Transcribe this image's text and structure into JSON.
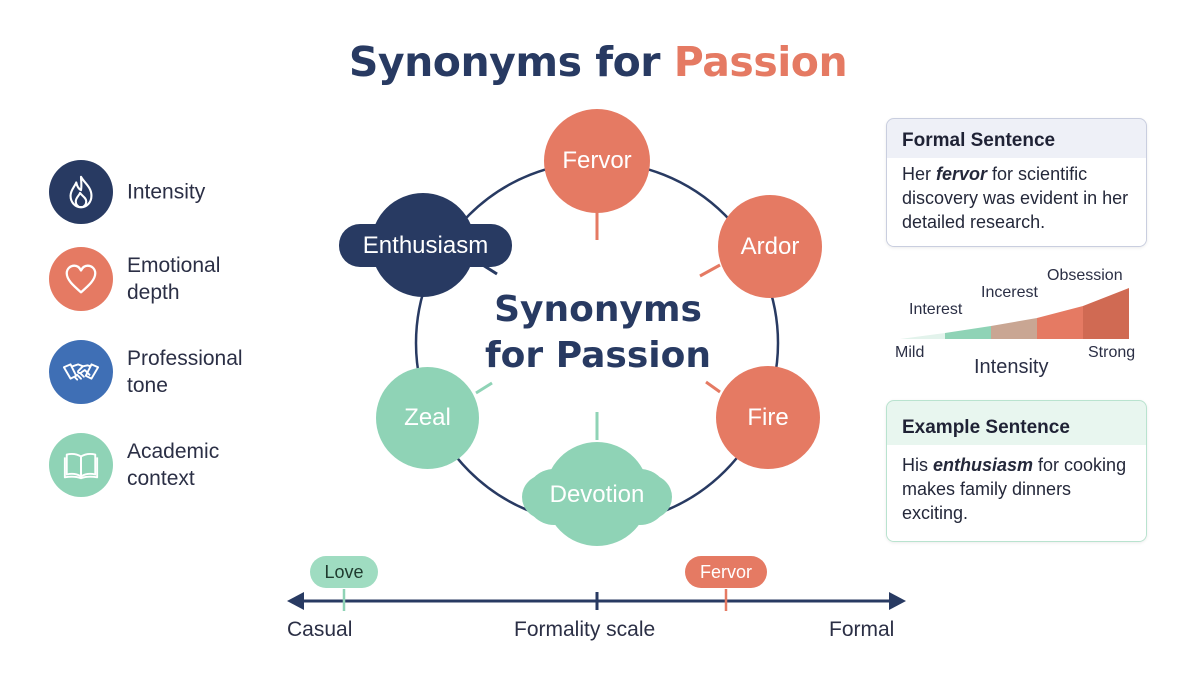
{
  "title": {
    "main": "Synonyms for ",
    "accent": "Passion"
  },
  "colors": {
    "navy": "#283a62",
    "coral": "#e57a63",
    "mint": "#8fd3b6",
    "blue": "#3f6fb5"
  },
  "legend": [
    {
      "label": "Intensity",
      "icon": "flame-icon",
      "color": "#283a62"
    },
    {
      "label": "Emotional\ndepth",
      "icon": "heart-icon",
      "color": "#e57a63"
    },
    {
      "label": "Professional\ntone",
      "icon": "handshake-icon",
      "color": "#3f6fb5"
    },
    {
      "label": "Academic\ncontext",
      "icon": "book-icon",
      "color": "#8fd3b6"
    }
  ],
  "diagram": {
    "center": "Synonyms\nfor Passion",
    "nodes": [
      {
        "label": "Fervor"
      },
      {
        "label": "Ardor"
      },
      {
        "label": "Fire"
      },
      {
        "label": "Devotion"
      },
      {
        "label": "Zeal"
      },
      {
        "label": "Enthusiasm"
      }
    ]
  },
  "formal_panel": {
    "heading": "Formal Sentence",
    "before": "Her ",
    "keyword": "fervor",
    "after": " for scientific discovery was evident in her detailed research."
  },
  "intensity": {
    "title": "Intensity",
    "low": "Mild",
    "high": "Strong",
    "steps": [
      "Interest",
      "Incerest",
      "Obsession"
    ]
  },
  "example_panel": {
    "heading": "Example Sentence",
    "before": "His ",
    "keyword": "enthusiasm",
    "after": " for cooking makes family dinners exciting."
  },
  "formality": {
    "left": "Casual",
    "middle": "Formality scale",
    "right": "Formal",
    "markers": [
      {
        "label": "Love",
        "position": 0.09
      },
      {
        "label": "Fervor",
        "position": 0.715
      }
    ]
  }
}
